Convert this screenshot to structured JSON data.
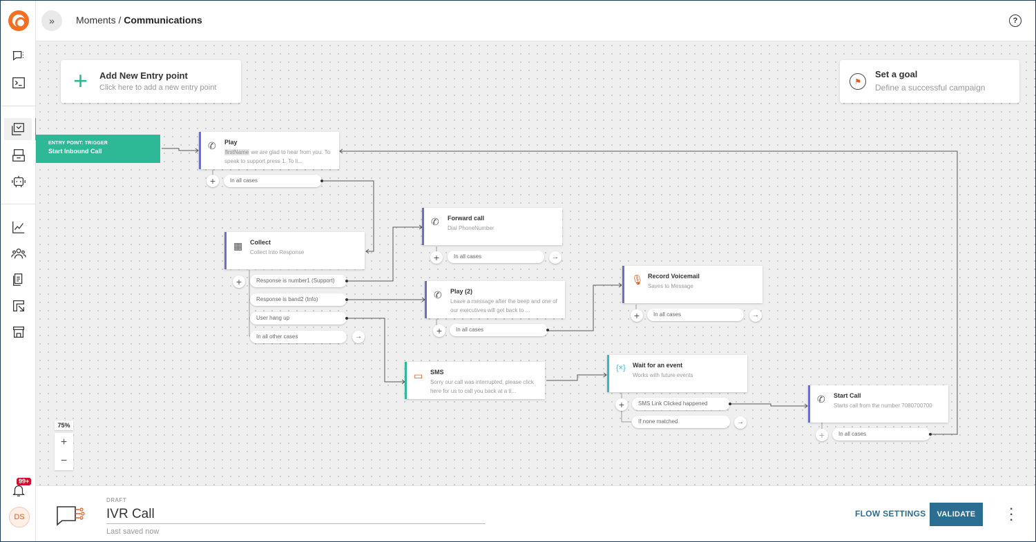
{
  "breadcrumb": {
    "parent": "Moments",
    "separator": " / ",
    "current": "Communications"
  },
  "rail": {
    "notifications_badge": "99+",
    "avatar_initials": "DS"
  },
  "canvas": {
    "entry_card": {
      "title": "Add New Entry point",
      "subtitle": "Click here to add a new entry point"
    },
    "goal_card": {
      "title": "Set a goal",
      "subtitle": "Define a successful campaign"
    },
    "trigger": {
      "label": "ENTRY POINT: TRIGGER",
      "name": "Start Inbound Call"
    },
    "nodes": {
      "play": {
        "title": "Play",
        "var": "firstName",
        "desc": " we are glad to hear from you. To speak to support press 1. To li...",
        "cases": [
          "In all cases"
        ]
      },
      "collect": {
        "title": "Collect",
        "desc": "Collect Into Response",
        "cases": [
          "Response is number1 (Support)",
          "Response is band2 (Info)",
          "User hang up",
          "In all other cases"
        ]
      },
      "forward": {
        "title": "Forward call",
        "desc": "Dial PhoneNumber",
        "cases": [
          "In all cases"
        ]
      },
      "play2": {
        "title": "Play (2)",
        "desc": "Leave a message after the beep and one of our executives will get back to ...",
        "cases": [
          "In all cases"
        ]
      },
      "voicemail": {
        "title": "Record Voicemail",
        "desc": "Saves to Message",
        "cases": [
          "In all cases"
        ]
      },
      "sms": {
        "title": "SMS",
        "desc": "Sorry our call was interrupted, please click here for us to call you back at a ti...",
        "cases": []
      },
      "wait": {
        "title": "Wait for an event",
        "desc": "Works with future events",
        "cases": [
          "SMS Link Clicked happened",
          "If none matched"
        ]
      },
      "startcall": {
        "title": "Start Call",
        "desc": "Starts call from the number 7080700700",
        "cases": [
          "In all cases"
        ]
      }
    },
    "zoom": {
      "level": "75%",
      "plus": "+",
      "minus": "−"
    }
  },
  "bottombar": {
    "status": "DRAFT",
    "flow_name": "IVR Call",
    "saved": "Last saved now",
    "flow_settings_label": "FLOW SETTINGS",
    "validate_label": "VALIDATE"
  },
  "colors": {
    "accent": "#f36f21",
    "entry_green": "#2db896",
    "primary_blue": "#2b6e92",
    "node_border": "#6a6fc7"
  }
}
